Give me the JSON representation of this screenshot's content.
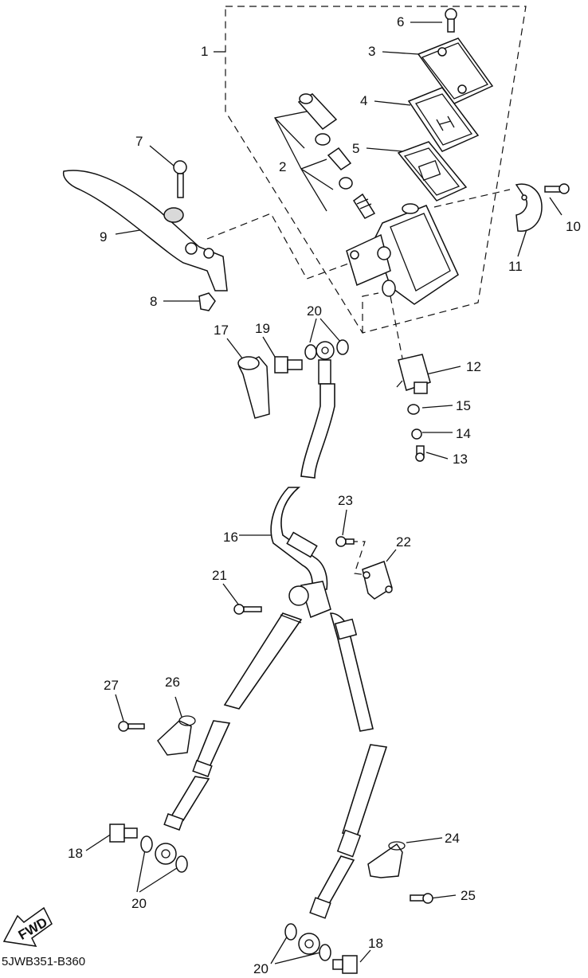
{
  "diagram": {
    "code": "5JWB351-B360",
    "fwd_label": "FWD",
    "callouts": [
      "1",
      "2",
      "3",
      "4",
      "5",
      "6",
      "7",
      "8",
      "9",
      "10",
      "11",
      "12",
      "13",
      "14",
      "15",
      "16",
      "17",
      "18",
      "19",
      "20",
      "21",
      "22",
      "23",
      "24",
      "25",
      "26",
      "27",
      "18",
      "20",
      "20"
    ]
  }
}
